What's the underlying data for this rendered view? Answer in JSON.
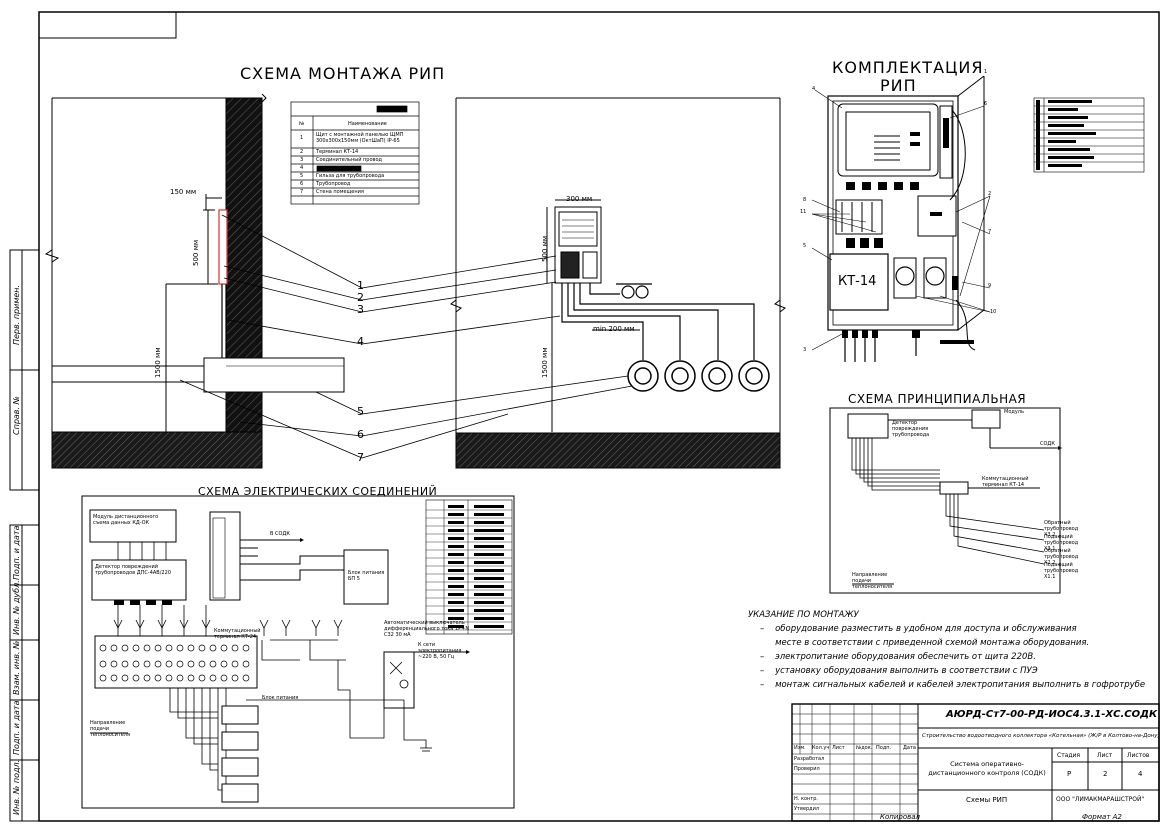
{
  "sheet": {
    "mount_title": "СХЕМА МОНТАЖА РИП",
    "kit_title_line1": "КОМПЛЕКТАЦИЯ",
    "kit_title_line2": "РИП",
    "electric_title": "СХЕМА ЭЛЕКТРИЧЕСКИХ СОЕДИНЕНИЙ",
    "principal_title": "СХЕМА ПРИНЦИПИАЛЬНАЯ"
  },
  "mount": {
    "dim_150": "150 мм",
    "dim_300": "300 мм",
    "dim_500_left": "500 мм",
    "dim_500_right": "500 мм",
    "dim_1500_left": "1500 мм",
    "dim_1500_right": "1500 мм",
    "dim_min200": "min 200 мм",
    "callouts": [
      "1",
      "2",
      "3",
      "4",
      "5",
      "6",
      "7"
    ],
    "table_headers": [
      "№",
      "Наименование"
    ],
    "table_rows": [
      [
        "1",
        "Щит с монтажной панелью ЩМП 300х300х150мм (ОктШаП) IP-65"
      ],
      [
        "2",
        "Терминал КТ-14"
      ],
      [
        "3",
        "Соединительный провод"
      ],
      [
        "4",
        ""
      ],
      [
        "5",
        "Гильза для трубопровода"
      ],
      [
        "6",
        "Трубопровод"
      ],
      [
        "7",
        "Стена помещения"
      ]
    ]
  },
  "kit": {
    "kt14_label": "КТ-14",
    "callouts": [
      "1",
      "2",
      "3",
      "4",
      "5",
      "6",
      "7",
      "8",
      "9",
      "10",
      "11"
    ]
  },
  "principal": {
    "detector": "Детектор повреждения трубопровода",
    "module": "Модуль",
    "sodk": "СОДК",
    "terminal": "Коммутационный терминал КТ-14",
    "pipe_labels": [
      "Обратный трубопровод Х3.2",
      "Подающий трубопровод Х3.1",
      "Обратный трубопровод Х2.2",
      "Подающий трубопровод Х1.1"
    ],
    "feed": "Направление подачи теплоносителя"
  },
  "electric": {
    "module_label": "Модуль дистанционного съема данных КД-ОК",
    "detector_label": "Детектор повреждений трубопроводов ДПС-4АВ/220",
    "terminal_label": "Коммутационный терминал КТ-24",
    "to_sodk": "В СОДК",
    "psu_label": "Блок питания БП 5",
    "breaker_label": "Автоматический выключатель дифференциального тока 1Р+N С32 30 мА",
    "power_label": "К сети электропитания ~220 В, 50 Гц",
    "psu_block": "Блок питания",
    "feed_label": "Направление подачи теплоносителя"
  },
  "notes": {
    "heading": "УКАЗАНИЕ ПО МОНТАЖУ",
    "items": [
      "оборудование разместить в удобном для доступа и обслуживания месте в соответствии с приведенной схемой монтажа оборудования.",
      "электропитание оборудования обеспечить от щита 220В.",
      "установку оборудования выполнить в соответствии с ПУЭ",
      "монтаж сигнальных кабелей и кабелей электропитания выполнить в гофротрубе"
    ]
  },
  "stamp": {
    "code": "АЮРД-Ст7-00-РД-ИОС4.3.1-ХС.СОДК",
    "object": "Строительство водоотводного коллектора «Котельная» (Ж/Р в Колтово-на-Дону)",
    "system": "Система оперативно-дистанционного контроля (СОДК)",
    "stage_h": "Стадия",
    "sheet_h": "Лист",
    "sheets_h": "Листов",
    "stage": "Р",
    "sheet": "2",
    "sheets": "4",
    "drawing": "Схемы РИП",
    "company": "ООО \"ЛИМАКМАРАШСТРОЙ\"",
    "roles": [
      "Изм.",
      "Кол.уч",
      "Лист",
      "№док.",
      "Подп.",
      "Дата"
    ],
    "people": [
      "Разработал",
      "Проверил",
      "Н. контр.",
      "Утвердил"
    ],
    "copied": "Копировал",
    "format": "Формат А2"
  },
  "side": [
    "Перв. примен.",
    "Справ. №",
    "Подп. и дата",
    "Инв. № дубл.",
    "Взам. инв. №",
    "Подп. и дата",
    "Инв. № подл."
  ]
}
